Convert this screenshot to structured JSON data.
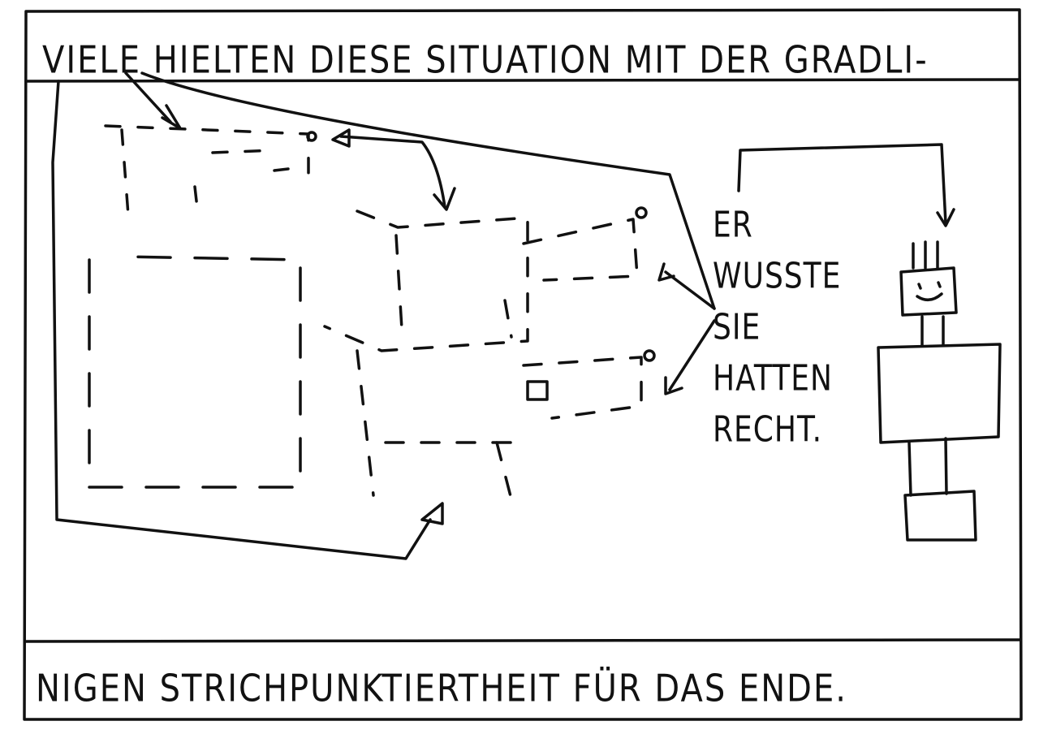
{
  "caption_top": "VIELE HIELTEN DIESE SITUATION MIT DER GRADLI-",
  "caption_bottom": "NIGEN STRICHPUNKTIERTHEIT FÜR DAS ENDE.",
  "side_text": [
    "ER",
    "WUSSTE",
    "SIE",
    "HATTEN",
    "RECHT."
  ],
  "colors": {
    "ink": "#111111",
    "paper": "#ffffff"
  }
}
